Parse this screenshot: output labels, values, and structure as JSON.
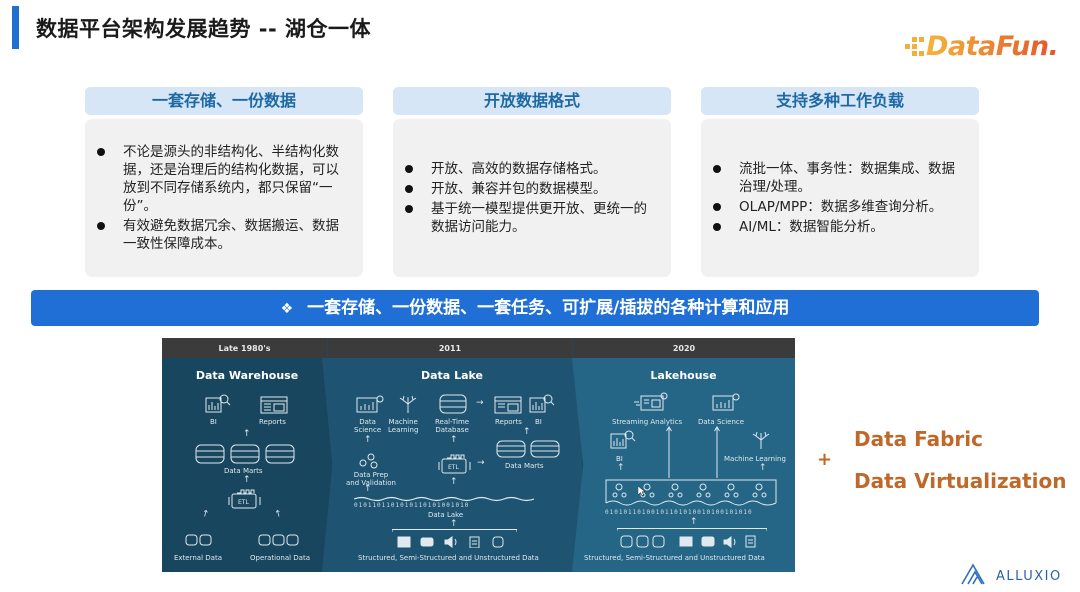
{
  "header": {
    "title": "数据平台架构发展趋势 -- 湖仓一体",
    "logo_text": "DataFun.",
    "accent_color": "#1f6fd0"
  },
  "cards": [
    {
      "title": "一套存储、一份数据",
      "bullets": [
        "不论是源头的非结构化、半结构化数据，还是治理后的结构化数据，可以放到不同存储系统内，都只保留“一份”。",
        "有效避免数据冗余、数据搬运、数据一致性保障成本。"
      ]
    },
    {
      "title": "开放数据格式",
      "bullets": [
        "开放、高效的数据存储格式。",
        "开放、兼容并包的数据模型。",
        "基于统一模型提供更开放、更统一的数据访问能力。"
      ]
    },
    {
      "title": "支持多种工作负载",
      "bullets": [
        "流批一体、事务性：数据集成、数据治理/处理。",
        "OLAP/MPP：数据多维查询分析。",
        "AI/ML：数据智能分析。"
      ]
    }
  ],
  "banner": {
    "icon": "❖",
    "text": "一套存储、一份数据、一套任务、可扩展/插拔的各种计算和应用"
  },
  "diagram": {
    "eras": [
      {
        "year": "Late 1980's",
        "title": "Data Warehouse",
        "labels": {
          "bi": "BI",
          "reports": "Reports",
          "marts": "Data Marts",
          "etl": "ETL",
          "external": "External Data",
          "operational": "Operational Data"
        }
      },
      {
        "year": "2011",
        "title": "Data Lake",
        "labels": {
          "data_science": "Data\nScience",
          "ml": "Machine\nLearning",
          "rtdb": "Real-Time\nDatabase",
          "reports": "Reports",
          "bi": "BI",
          "prep": "Data Prep\nand Validation",
          "etl": "ETL",
          "marts": "Data Marts",
          "lake": "Data Lake",
          "binary": "0101101101010110101001010",
          "sources": "Structured, Semi-Structured and Unstructured Data"
        }
      },
      {
        "year": "2020",
        "title": "Lakehouse",
        "labels": {
          "streaming": "Streaming Analytics",
          "data_science": "Data Science",
          "bi": "BI",
          "ml": "Machine Learning",
          "binary": "01010110100101101010010100101010",
          "sources": "Structured, Semi-Structured and Unstructured Data"
        }
      }
    ]
  },
  "extras": {
    "plus": "+",
    "items": [
      "Data Fabric",
      "Data Virtualization"
    ],
    "color": "#c0682a"
  },
  "footer": {
    "brand": "ALLUXIO"
  }
}
